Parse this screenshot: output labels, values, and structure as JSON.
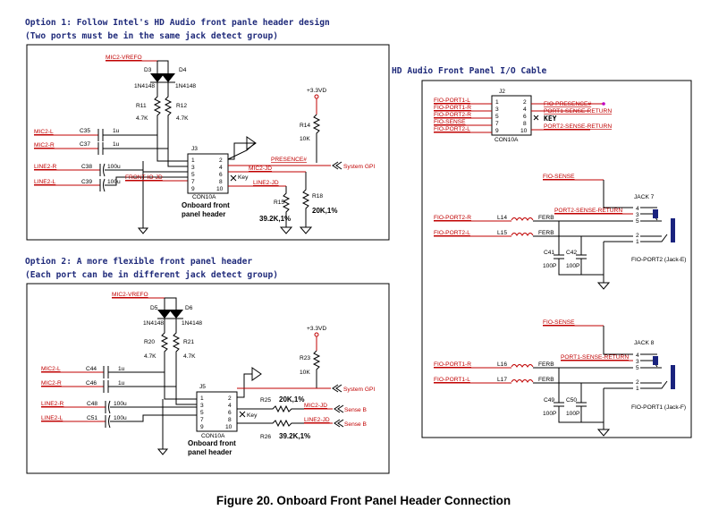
{
  "option1": {
    "title": "Option 1: Follow Intel's HD Audio front panle header design",
    "subtitle": "(Two ports must be in the same jack detect group)",
    "vref": "MIC2-VREFO",
    "d3": "D3",
    "d4": "D4",
    "diode_a": "1N4148",
    "diode_b": "1N4148",
    "r11": "R11",
    "r12": "R12",
    "r11v": "4.7K",
    "r12v": "4.7K",
    "vcc": "+3.3VD",
    "r14": "R14",
    "r14v": "10K",
    "c35": "C35",
    "c37": "C37",
    "c38": "C38",
    "c39": "C39",
    "c35v": "1u",
    "c37v": "1u",
    "c38v": "100u",
    "c39v": "100u",
    "mic_l": "MIC2-L",
    "mic_r": "MIC2-R",
    "line_r": "LINE2-R",
    "line_l": "LINE2-L",
    "front_io": "FRONT-IO-JD",
    "presence": "PRESENCE#",
    "system_gpi": "System GPI",
    "mic_jd": "MIC2-JD",
    "line_jd": "LINE2-JD",
    "key": "Key",
    "j3": "J3",
    "con": "CON10A",
    "pins_left": [
      "1",
      "3",
      "5",
      "7",
      "9"
    ],
    "pins_right": [
      "2",
      "4",
      "6",
      "8",
      "10"
    ],
    "r15": "R15",
    "r15v": "39.2K,1%",
    "r18": "R18",
    "r18v": "20K,1%",
    "onboard1": "Onboard front",
    "onboard2": "panel header"
  },
  "option2": {
    "title": "Option 2: A more flexible front panel header",
    "subtitle": "(Each port can be in different jack detect group)",
    "vref": "MIC2-VREFO",
    "d5": "D5",
    "d6": "D6",
    "diode_a": "1N4148",
    "diode_b": "1N4148",
    "r20": "R20",
    "r21": "R21",
    "r20v": "4.7K",
    "r21v": "4.7K",
    "vcc": "+3.3VD",
    "r23": "R23",
    "r23v": "10K",
    "c44": "C44",
    "c46": "C46",
    "c48": "C48",
    "c51": "C51",
    "c44v": "1u",
    "c46v": "1u",
    "c48v": "100u",
    "c51v": "100u",
    "mic_l": "MIC2-L",
    "mic_r": "MIC2-R",
    "line_r": "LINE2-R",
    "line_l": "LINE2-L",
    "system_gpi": "System GPI",
    "sense_b1": "Sense B",
    "sense_b2": "Sense B",
    "mic_jd": "MIC2-JD",
    "line_jd": "LINE2-JD",
    "key": "Key",
    "j5": "J5",
    "con": "CON10A",
    "pins_left": [
      "1",
      "3",
      "5",
      "7",
      "9"
    ],
    "pins_right": [
      "2",
      "4",
      "6",
      "8",
      "10"
    ],
    "r25": "R25",
    "r25v": "20K,1%",
    "r26": "R26",
    "r26v": "39.2K,1%",
    "onboard1": "Onboard front",
    "onboard2": "panel header"
  },
  "cable": {
    "title": "HD Audio Front Panel I/O Cable",
    "j2": "J2",
    "con": "CON10A",
    "left_nets": [
      "FIO-PORT1-L",
      "FIO-PORT1-R",
      "FIO-PORT2-R",
      "FIO-SENSE",
      "FIO-PORT2-L"
    ],
    "right_nets": [
      "FIO-PRESENCE#",
      "PORT1-SENSE-RETURN",
      "KEY",
      "PORT2-SENSE-RETURN"
    ],
    "pins_left": [
      "1",
      "3",
      "5",
      "7",
      "9"
    ],
    "pins_right": [
      "2",
      "4",
      "6",
      "8",
      "10"
    ],
    "jack7": {
      "sense": "FIO-SENSE",
      "title": "JACK 7",
      "return": "PORT2-SENSE-RETURN",
      "port_r": "FIO-PORT2-R",
      "port_l": "FIO-PORT2-L",
      "l_top": "L14",
      "l_bot": "L15",
      "ferb": "FERB",
      "ca": "C41",
      "cb": "C42",
      "cav": "100P",
      "cbv": "100P",
      "pins": [
        "4",
        "3",
        "5",
        "2",
        "1"
      ],
      "name": "FIO-PORT2 (Jack-E)"
    },
    "jack8": {
      "sense": "FIO-SENSE",
      "title": "JACK 8",
      "return": "PORT1-SENSE-RETURN",
      "port_r": "FIO-PORT1-R",
      "port_l": "FIO-PORT1-L",
      "l_top": "L16",
      "l_bot": "L17",
      "ferb": "FERB",
      "ca": "C49",
      "cb": "C50",
      "cav": "100P",
      "cbv": "100P",
      "pins": [
        "4",
        "3",
        "5",
        "2",
        "1"
      ],
      "name": "FIO-PORT1 (Jack-F)"
    }
  },
  "caption": "Figure 20.   Onboard Front Panel Header Connection"
}
